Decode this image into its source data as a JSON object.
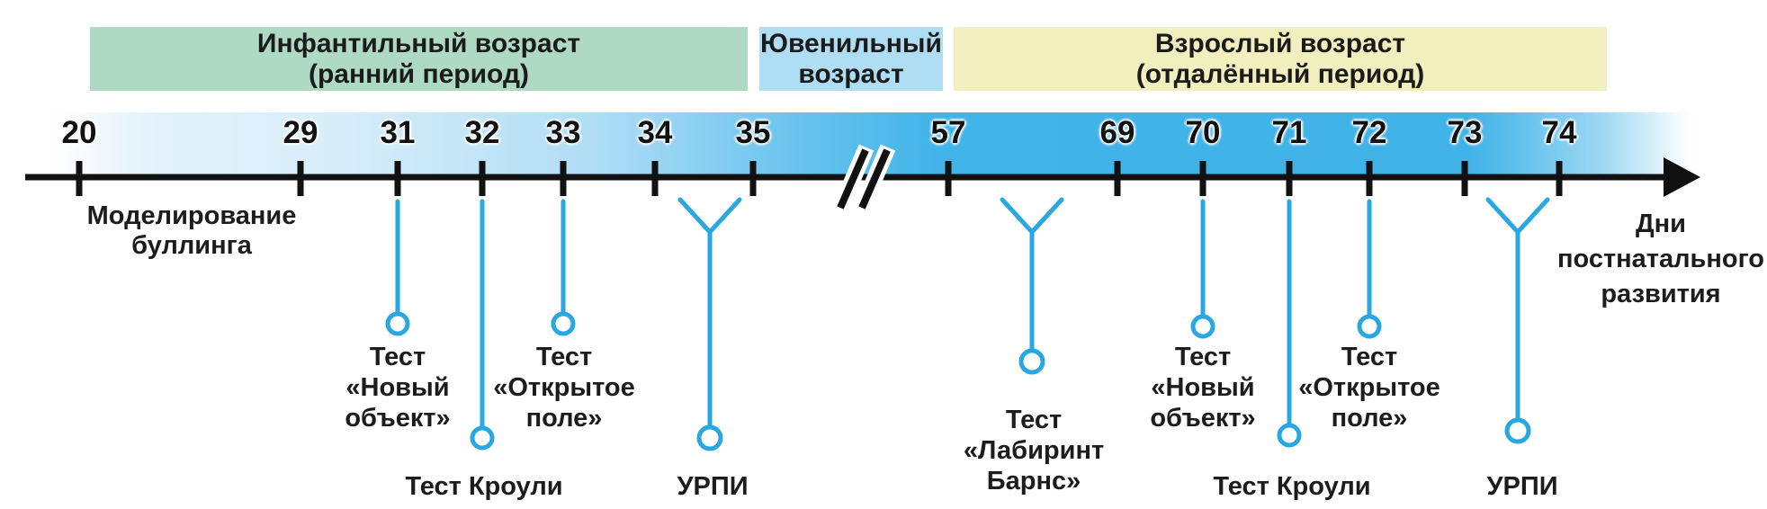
{
  "phases": [
    {
      "label": "Инфантильный возраст\n(ранний период)",
      "color": "#aed9c3"
    },
    {
      "label": "Ювенильный\nвозраст",
      "color": "#aeddf4"
    },
    {
      "label": "Взрослый возраст\n(отдалённый период)",
      "color": "#f2efbe"
    }
  ],
  "axis": {
    "tick_labels": [
      "20",
      "29",
      "31",
      "32",
      "33",
      "34",
      "35",
      "57",
      "69",
      "70",
      "71",
      "72",
      "73",
      "74"
    ],
    "has_break_between": [
      "35",
      "57"
    ],
    "end_label": "Дни\nпостнатального\nразвития"
  },
  "annotations": {
    "bullying_label": "Моделирование\nбуллинга",
    "events": [
      {
        "label": "Тест\n«Новый\nобъект»",
        "marker": "pin-short",
        "near_day": "31"
      },
      {
        "label": "Тест Кроули",
        "marker": "pin-long",
        "near_day": "32"
      },
      {
        "label": "Тест\n«Открытое\nполе»",
        "marker": "pin-short",
        "near_day": "33"
      },
      {
        "label": "УРПИ",
        "marker": "y-fork-long",
        "near_day": "34–35"
      },
      {
        "label": "Тест\n«Лабиринт\nБарнс»",
        "marker": "y-fork-medium",
        "near_day": "57"
      },
      {
        "label": "Тест\n«Новый\nобъект»",
        "marker": "pin-short",
        "near_day": "70"
      },
      {
        "label": "Тест Кроули",
        "marker": "pin-long",
        "near_day": "71"
      },
      {
        "label": "Тест\n«Открытое\nполе»",
        "marker": "pin-short",
        "near_day": "72"
      },
      {
        "label": "УРПИ",
        "marker": "y-fork-long",
        "near_day": "73–74"
      }
    ]
  },
  "colors": {
    "infantile_band": "#aed9c3",
    "juvenile_band": "#aeddf4",
    "adult_band": "#f2efbe",
    "timeline_blue": "#41b4e9",
    "marker_blue": "#29a7e1",
    "axis_black": "#111111"
  }
}
